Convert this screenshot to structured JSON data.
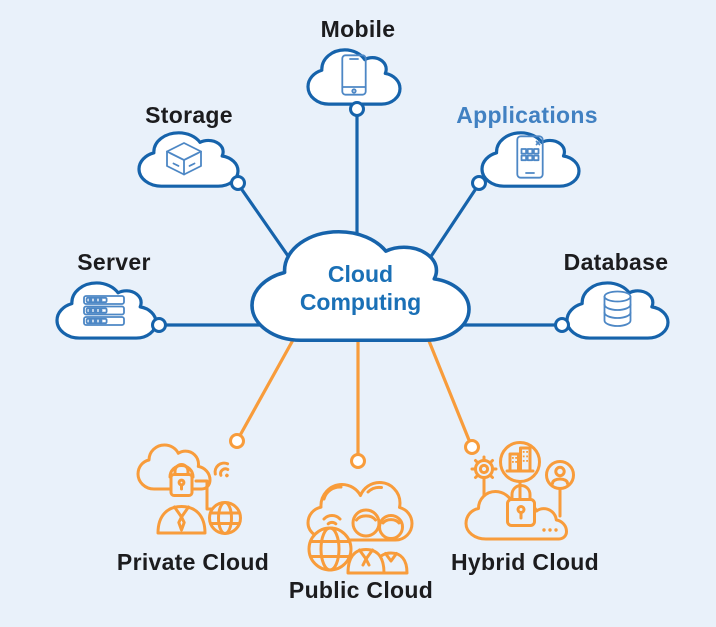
{
  "center": {
    "line1": "Cloud",
    "line2": "Computing"
  },
  "nodes": {
    "mobile": {
      "label": "Mobile",
      "icon": "smartphone-icon"
    },
    "storage": {
      "label": "Storage",
      "icon": "storage-box-icon"
    },
    "applications": {
      "label": "Applications",
      "icon": "apps-phone-icon"
    },
    "server": {
      "label": "Server",
      "icon": "server-rack-icon"
    },
    "database": {
      "label": "Database",
      "icon": "database-cylinder-icon"
    },
    "private_cloud": {
      "label": "Private Cloud",
      "icon": "private-cloud-icon"
    },
    "public_cloud": {
      "label": "Public Cloud",
      "icon": "public-cloud-icon"
    },
    "hybrid_cloud": {
      "label": "Hybrid Cloud",
      "icon": "hybrid-cloud-icon"
    }
  },
  "colors": {
    "background": "#e9f1fa",
    "primary_blue": "#1663ab",
    "icon_inner_blue": "#4d87c5",
    "accent_text_blue": "#4181c2",
    "center_text_blue": "#1a70b6",
    "orange": "#f89c3b",
    "label_black": "#1c1c1e"
  }
}
